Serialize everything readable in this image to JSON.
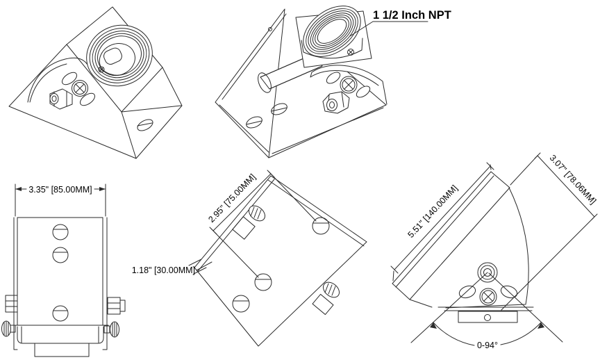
{
  "drawing": {
    "type": "technical-drawing",
    "part": "angled pipe mount bracket",
    "colors": {
      "line": "#2a2a2a",
      "background": "#ffffff",
      "text": "#000000"
    },
    "callouts": {
      "thread": "1 1/2 Inch NPT"
    },
    "views": {
      "front": {
        "dim_width": "3.35\" [85.00MM]"
      },
      "bottom": {
        "dim_spacing": "2.95\" [75.00MM]",
        "dim_offset": "1.18\" [30.00MM]"
      },
      "side": {
        "dim_length": "5.51\" [140.00MM]",
        "dim_depth": "3.07\" [78.06MM]",
        "dim_angle_range": "0-94°"
      }
    }
  }
}
